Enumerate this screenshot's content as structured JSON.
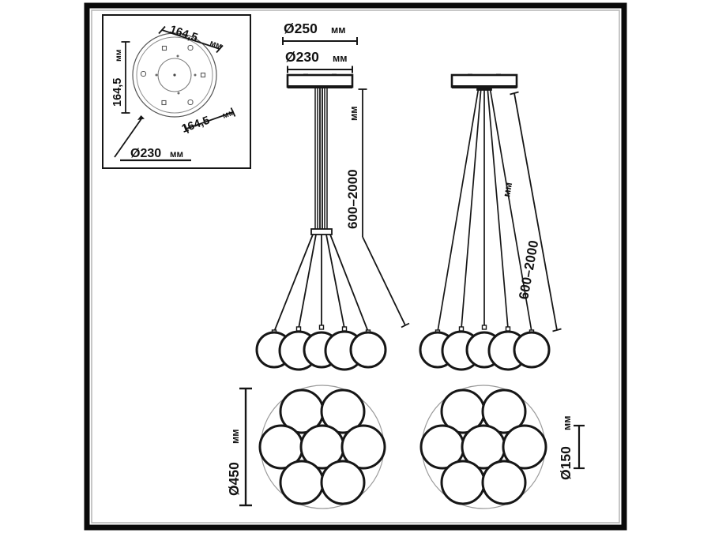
{
  "sheet": {
    "title": "Pendant chandelier technical drawing",
    "background_color": "#ffffff",
    "frame_color": "#0a0a0a",
    "line_color": "#161616",
    "thin_line_color": "#8d8d8d"
  },
  "detail_inset": {
    "name": "canopy-plate-plan-detail",
    "dim_top": {
      "value": "164,5",
      "unit": "мм"
    },
    "dim_left": {
      "value": "164,5",
      "unit": "мм"
    },
    "dim_bottom_right": {
      "value": "164,5",
      "unit": "мм"
    },
    "dim_leader": {
      "value": "Ø230",
      "unit": "мм"
    },
    "mounting_hole_count": 6
  },
  "elevation_left": {
    "name": "front-elevation-7-globes",
    "dim_canopy_outer": {
      "value": "Ø250",
      "unit": "мм"
    },
    "dim_canopy_inner": {
      "value": "Ø230",
      "unit": "мм"
    },
    "dim_drop": {
      "value": "600–2000",
      "unit": "мм"
    },
    "globe_count_visible": 5,
    "cord_count": 7
  },
  "elevation_right": {
    "name": "front-elevation-spread-cords",
    "dim_drop": {
      "value": "600–2000",
      "unit": "мм"
    },
    "globe_count_visible": 5,
    "cord_count": 7
  },
  "plan_left": {
    "name": "bottom-plan-7-globes-450",
    "dim_overall": {
      "value": "Ø450",
      "unit": "мм"
    },
    "globe_count": 7,
    "arrangement": "2-3-2 hex cluster inside outer circle"
  },
  "plan_right": {
    "name": "bottom-plan-7-globes-150",
    "dim_globe": {
      "value": "Ø150",
      "unit": "мм"
    },
    "globe_count": 7,
    "arrangement": "2-3-2 hex cluster inside outer circle"
  },
  "labels": {
    "d250": "Ø250",
    "d230_top": "Ø230",
    "d230_inset": "Ø230",
    "d450": "Ø450",
    "d150": "Ø150",
    "drop_left": "600–2000",
    "drop_right": "600–2000",
    "side_164_top": "164,5",
    "side_164_left": "164,5",
    "side_164_bottom": "164,5",
    "mm": "мм"
  }
}
